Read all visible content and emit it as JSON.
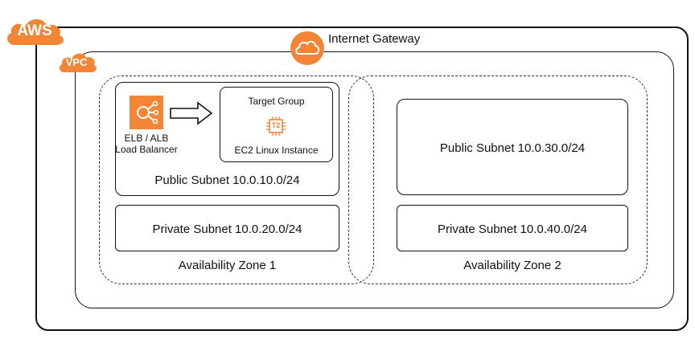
{
  "diagram": {
    "badges": {
      "aws": "AWS",
      "vpc": "VPC"
    },
    "internet_gateway": "Internet Gateway",
    "elb": {
      "line1": "ELB / ALB",
      "line2": "Load Balancer"
    },
    "target_group": {
      "title": "Target Group",
      "chip": "T2",
      "instance": "EC2 Linux Instance"
    },
    "subnets": {
      "public1": "Public Subnet 10.0.10.0/24",
      "private1": "Private Subnet 10.0.20.0/24",
      "public2": "Public Subnet 10.0.30.0/24",
      "private2": "Private Subnet 10.0.40.0/24"
    },
    "zones": {
      "az1": "Availability Zone 1",
      "az2": "Availability Zone 2"
    },
    "colors": {
      "aws_orange": "#f58536",
      "line": "#111111"
    },
    "icons": [
      "cloud-icon",
      "load-balancer-icon",
      "arrow-icon",
      "chip-icon"
    ]
  }
}
